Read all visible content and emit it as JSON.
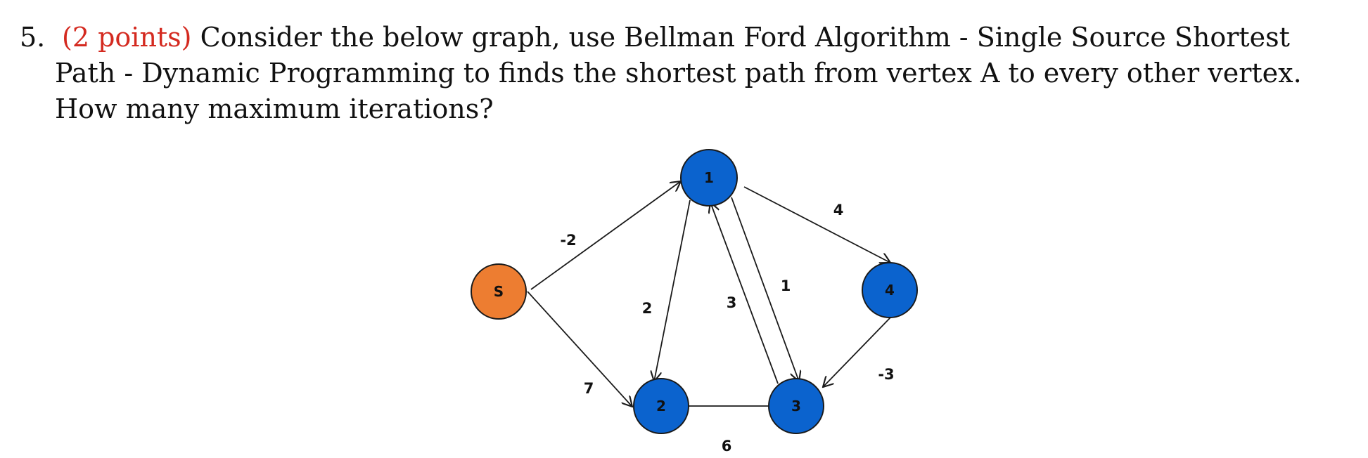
{
  "question": {
    "number": "5.",
    "points": "(2 points)",
    "line1_rest": " Consider the below graph, use Bellman Ford Algorithm - Single Source Shortest",
    "line2": "Path - Dynamic Programming to finds the shortest path from vertex A to every other vertex.",
    "line3": "How many maximum iterations?"
  },
  "graph": {
    "colors": {
      "source_fill": "#ED7D31",
      "node_fill": "#0B63CE",
      "stroke": "#1a1a1a"
    },
    "nodes": [
      {
        "id": "S",
        "label": "S",
        "type": "source"
      },
      {
        "id": "1",
        "label": "1",
        "type": "normal"
      },
      {
        "id": "2",
        "label": "2",
        "type": "normal"
      },
      {
        "id": "3",
        "label": "3",
        "type": "normal"
      },
      {
        "id": "4",
        "label": "4",
        "type": "normal"
      }
    ],
    "edges": [
      {
        "from": "S",
        "to": "1",
        "weight": "-2"
      },
      {
        "from": "S",
        "to": "2",
        "weight": "7"
      },
      {
        "from": "1",
        "to": "2",
        "weight": "2"
      },
      {
        "from": "3",
        "to": "1",
        "weight": "3"
      },
      {
        "from": "1",
        "to": "3",
        "weight": "1"
      },
      {
        "from": "1",
        "to": "4",
        "weight": "4"
      },
      {
        "from": "4",
        "to": "3",
        "weight": "-3"
      },
      {
        "from": "3",
        "to": "2",
        "weight": "6"
      }
    ]
  }
}
